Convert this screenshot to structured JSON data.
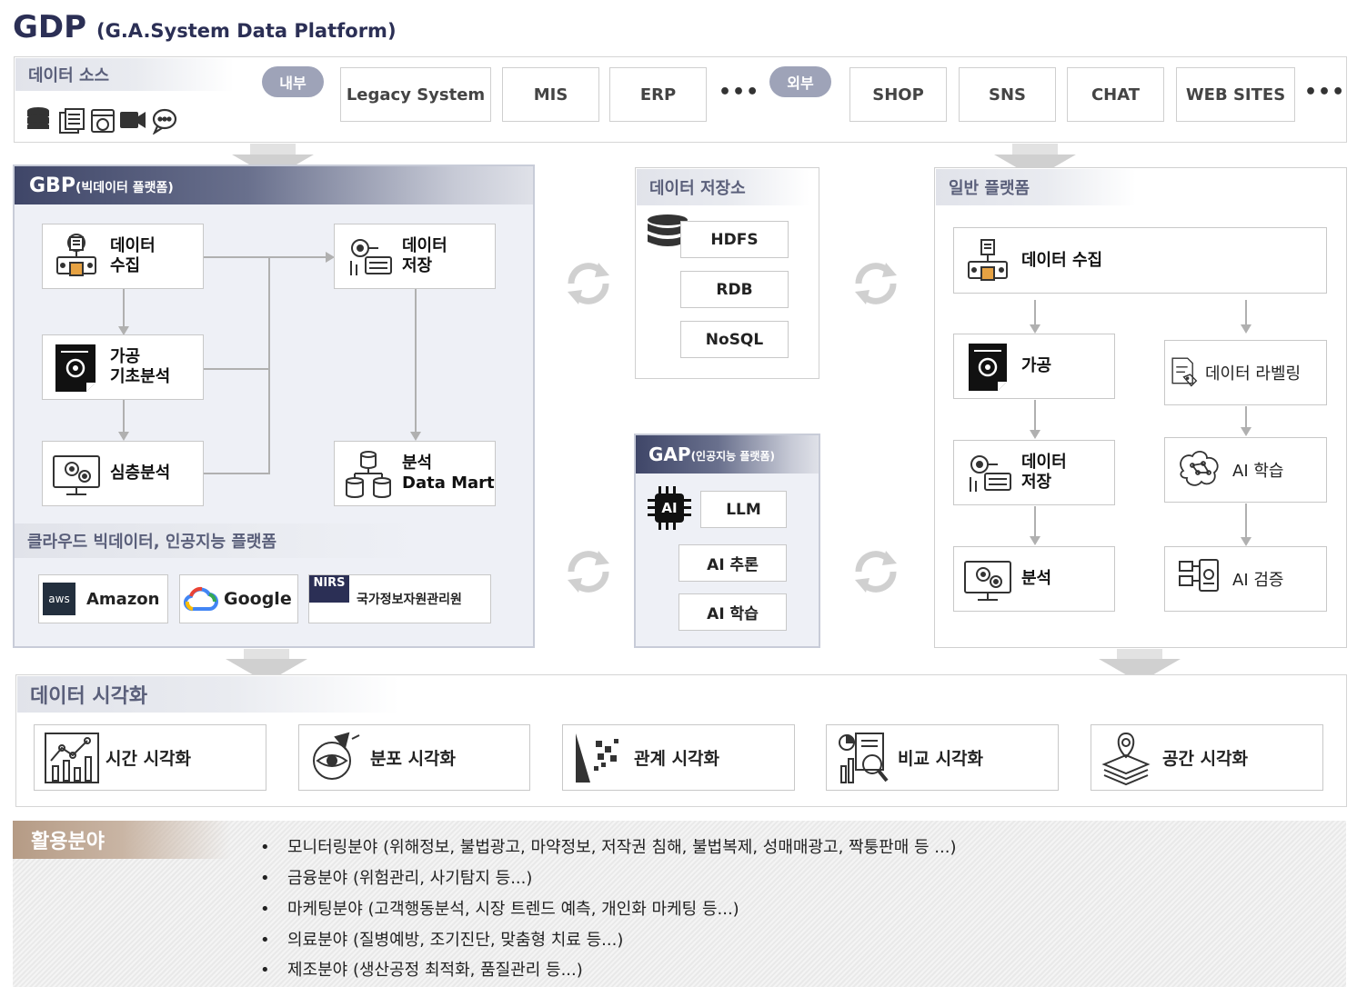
{
  "header": {
    "title": "GDP",
    "subtitle": "(G.A.System Data Platform)"
  },
  "sources": {
    "section_label": "데이터 소스",
    "internal_label": "내부",
    "external_label": "외부",
    "internal": [
      "Legacy System",
      "MIS",
      "ERP"
    ],
    "external": [
      "SHOP",
      "SNS",
      "CHAT",
      "WEB SITES"
    ],
    "more": "•••"
  },
  "gbp": {
    "title": "GBP",
    "title_sub": "(빅데이터 플랫폼)",
    "nodes": {
      "collect": "데이터\n수집",
      "process": "가공\n기초분석",
      "deep": "심층분석",
      "store": "데이터\n저장",
      "mart": "분석\nData Mart"
    },
    "cloud_label": "클라우드 빅데이터, 인공지능 플랫폼",
    "clouds": {
      "amazon": "Amazon",
      "google": "Google",
      "nirs": "국가정보자원관리원",
      "nirs_logo": "NIRS",
      "aws_logo": "aws"
    }
  },
  "storage": {
    "title": "데이터 저장소",
    "items": [
      "HDFS",
      "RDB",
      "NoSQL"
    ]
  },
  "gap": {
    "title": "GAP",
    "title_sub": "(인공지능 플랫폼)",
    "items": [
      "LLM",
      "AI 추론",
      "AI 학습"
    ],
    "chip_label": "AI"
  },
  "general": {
    "title": "일반 플랫폼",
    "nodes": {
      "collect": "데이터 수집",
      "process": "가공",
      "store": "데이터\n저장",
      "analyze": "분석",
      "label": "데이터 라벨링",
      "train": "AI 학습",
      "verify": "AI 검증"
    }
  },
  "visualization": {
    "title": "데이터 시각화",
    "items": [
      "시간 시각화",
      "분포 시각화",
      "관계 시각화",
      "비교 시각화",
      "공간 시각화"
    ]
  },
  "usage": {
    "title": "활용분야",
    "bullet": "•",
    "items": [
      "모니터링분야 (위해정보, 불법광고, 마약정보, 저작권 침해, 불법복제, 성매매광고, 짝퉁판매 등 ...)",
      "금융분야 (위험관리, 사기탐지 등...)",
      "마케팅분야 (고객행동분석, 시장 트렌드 예측, 개인화 마케팅 등...)",
      "의료분야 (질병예방, 조기진단, 맞춤형 치료 등...)",
      "제조분야 (생산공정 최적화, 품질관리 등...)"
    ]
  },
  "colors": {
    "title": "#2b2f55",
    "header_dark": "#3f4668",
    "pill": "#9ea3b8",
    "usage_header": "#b59b85"
  }
}
